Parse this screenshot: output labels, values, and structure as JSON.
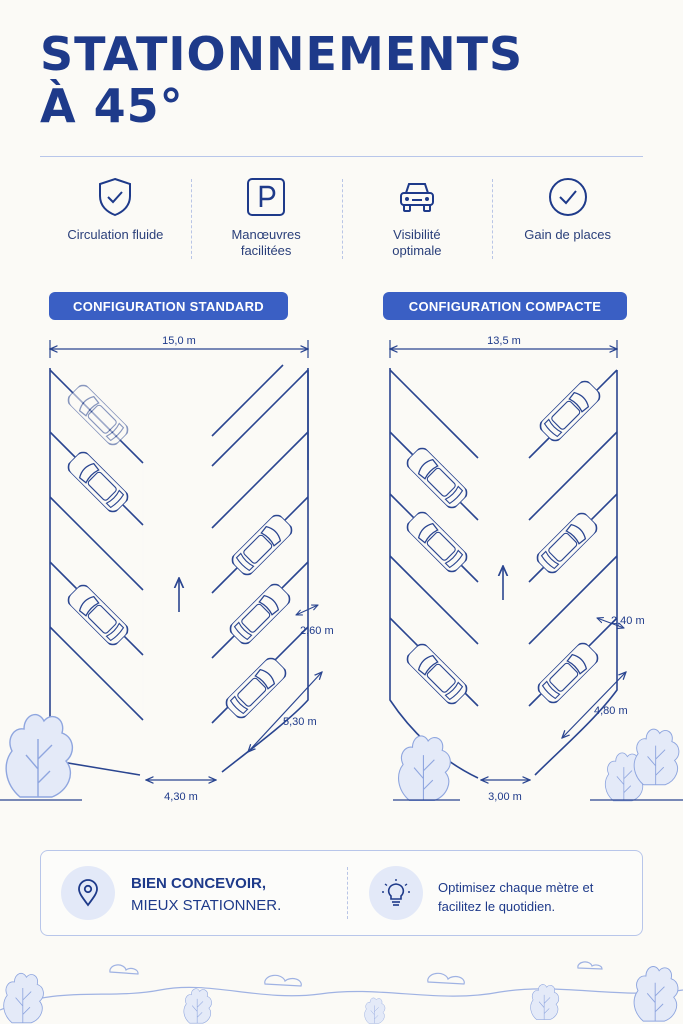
{
  "title": {
    "line1": "STATIONNEMENTS",
    "line2": "À 45°"
  },
  "features": [
    {
      "icon": "shield-check-icon",
      "label": "Circulation fluide"
    },
    {
      "icon": "parking-sign-icon",
      "label": "Manœuvres facilitées"
    },
    {
      "icon": "car-front-icon",
      "label": "Visibilité optimale"
    },
    {
      "icon": "check-circle-icon",
      "label": "Gain de places"
    }
  ],
  "configs": {
    "standard": {
      "label": "CONFIGURATION STANDARD",
      "total_width": "15,0 m",
      "stall_width": "2,60 m",
      "stall_depth": "5,30 m",
      "aisle_width": "4,30 m"
    },
    "compact": {
      "label": "CONFIGURATION COMPACTE",
      "total_width": "13,5 m",
      "stall_width": "2,40 m",
      "stall_depth": "4,80 m",
      "aisle_width": "3,00 m"
    }
  },
  "footer": {
    "left_icon": "location-pin-icon",
    "headline_bold": "BIEN CONCEVOIR,",
    "headline_regular": "MIEUX STATIONNER.",
    "right_icon": "lightbulb-icon",
    "tip": "Optimisez chaque mètre et facilitez le quotidien."
  },
  "colors": {
    "primary": "#1e3a8a",
    "accent": "#3a5fc4",
    "line": "#2a4590",
    "light": "#b8c6ea",
    "foliage": "#8fa6df"
  }
}
